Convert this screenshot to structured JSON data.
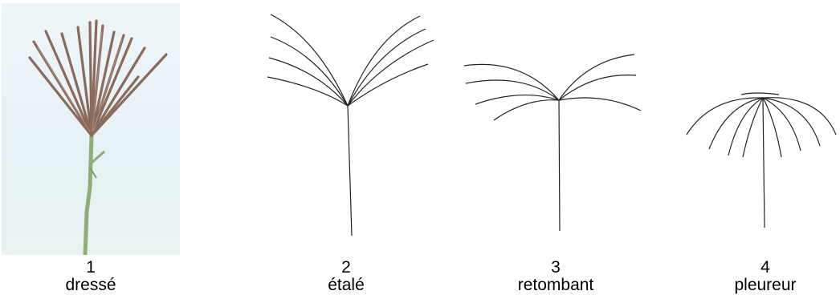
{
  "figures": [
    {
      "number": "1",
      "label": "dressé",
      "kind": "photo"
    },
    {
      "number": "2",
      "label": "étalé",
      "kind": "drawing"
    },
    {
      "number": "3",
      "label": "retombant",
      "kind": "drawing"
    },
    {
      "number": "4",
      "label": "pleureur",
      "kind": "drawing"
    }
  ],
  "colors": {
    "photo_background": "#e8f2f6",
    "stem_green": "#7f9f68",
    "spike_brown": "#8a6a5a",
    "ink": "#222222"
  }
}
